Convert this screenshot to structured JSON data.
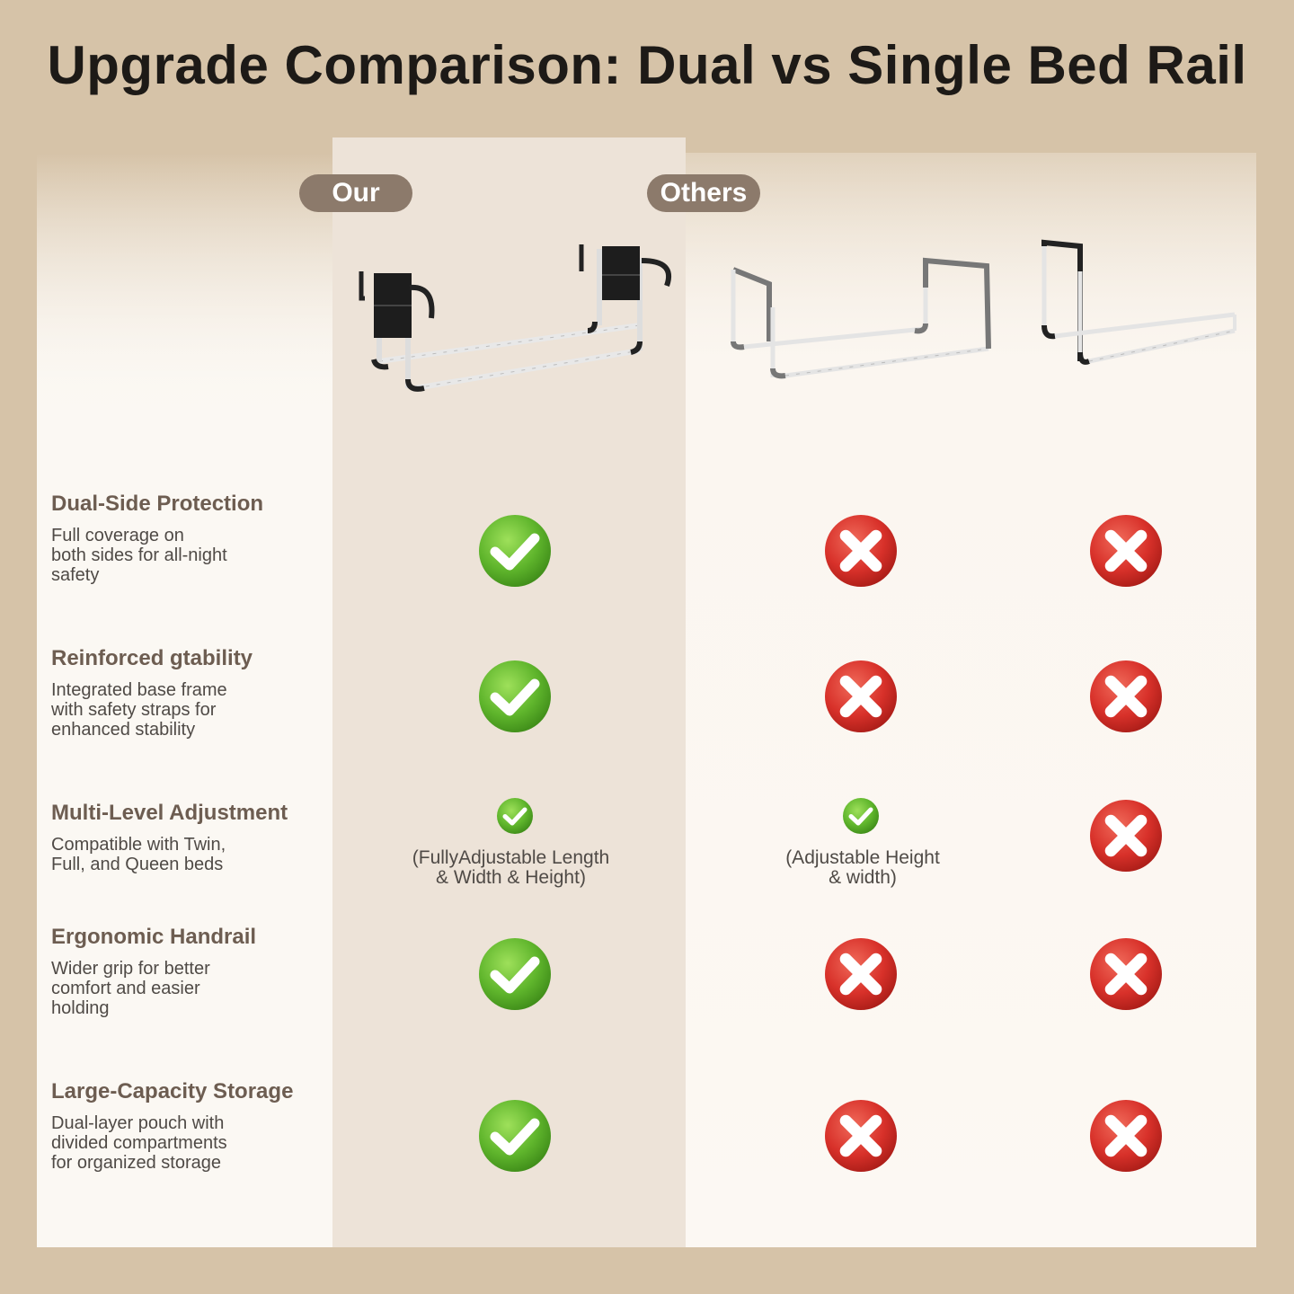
{
  "title": "Upgrade Comparison: Dual vs Single Bed Rail",
  "columns": {
    "our": "Our",
    "others": "Others"
  },
  "features": [
    {
      "heading": "Dual-Side Protection",
      "desc_lines": [
        "Full coverage on",
        "both sides for all-night",
        "safety"
      ]
    },
    {
      "heading": "Reinforced gtability",
      "desc_lines": [
        "Integrated base frame",
        "with safety straps for",
        "enhanced stability"
      ]
    },
    {
      "heading": "Multi-Level Adjustment",
      "desc_lines": [
        "Compatible with Twin,",
        "Full, and Queen beds"
      ]
    },
    {
      "heading": "Ergonomic Handrail",
      "desc_lines": [
        "Wider grip for better",
        "comfort and easier",
        "holding"
      ]
    },
    {
      "heading": "Large-Capacity Storage",
      "desc_lines": [
        "Dual-layer pouch with",
        "divided compartments",
        "for organized storage"
      ]
    }
  ],
  "notes": {
    "our_adjust": [
      "(FullyAdjustable Length",
      "& Width & Height)"
    ],
    "other_adjust": [
      "(Adjustable Height",
      "& width)"
    ]
  },
  "comparison": [
    {
      "our": "check",
      "others_a": "cross",
      "others_b": "cross"
    },
    {
      "our": "check",
      "others_a": "cross",
      "others_b": "cross"
    },
    {
      "our": "check-small",
      "others_a": "check-small",
      "others_b": "cross"
    },
    {
      "our": "check",
      "others_a": "cross",
      "others_b": "cross"
    },
    {
      "our": "check",
      "others_a": "cross",
      "others_b": "cross"
    }
  ],
  "colors": {
    "check": "#5fb52c",
    "cross": "#d8312a",
    "pill": "#8c7a6b",
    "background": "#d6c3a8"
  },
  "icons": {
    "check": "checkmark-icon",
    "cross": "cross-icon"
  }
}
